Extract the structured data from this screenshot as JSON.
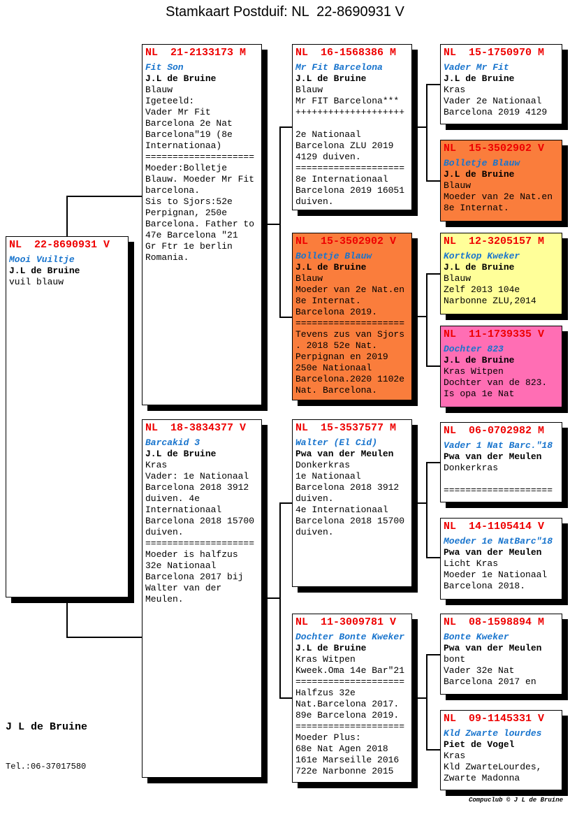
{
  "title": "Stamkaart Postduif: NL  22-8690931 V",
  "colors": {
    "ring_number": "#ee0000",
    "pigeon_name": "#1874cd",
    "box_orange": "#fa7d3c",
    "box_yellow": "#ffff99",
    "box_pink": "#ff6eb4",
    "box_white": "#ffffff",
    "line_and_border": "#000000"
  },
  "boxes": [
    {
      "id": "subject",
      "ring": "NL  22-8690931 V",
      "name": "Mooi Vuiltje",
      "owner": "J.L de Bruine",
      "lines": [
        "vuil blauw"
      ]
    },
    {
      "id": "sire",
      "ring": "NL  21-2133173 M",
      "name": "Fit Son",
      "owner": "J.L de Bruine",
      "lines": [
        "Blauw",
        "Igeteeld:",
        "Vader Mr Fit",
        "Barcelona 2e Nat",
        "Barcelona\"19 (8e",
        "Internationaa)",
        "====================",
        "Moeder:Bolletje",
        "Blauw. Moeder Mr Fit",
        "barcelona.",
        "Sis to Sjors:52e",
        "Perpignan, 250e",
        "Barcelona. Father to",
        "47e Barcelona \"21",
        "Gr Ftr 1e berlin",
        "Romania."
      ]
    },
    {
      "id": "dam",
      "ring": "NL  18-3834377 V",
      "name": "Barcakid 3",
      "owner": "J.L de Bruine",
      "lines": [
        "Kras",
        "Vader: 1e Nationaal",
        "Barcelona 2018 3912",
        "duiven. 4e",
        "Internationaal",
        "Barcelona 2018 15700",
        "duiven.",
        "====================",
        "Moeder is halfzus",
        "32e Nationaal",
        "Barcelona 2017 bij",
        "Walter van der",
        "Meulen."
      ]
    },
    {
      "id": "sire-sire",
      "ring": "NL  16-1568386 M",
      "name": "Mr Fit Barcelona",
      "owner": "J.L de Bruine",
      "lines": [
        "Blauw",
        "Mr FIT Barcelona***",
        "++++++++++++++++++++",
        "",
        "2e Nationaal",
        "Barcelona ZLU 2019",
        "4129 duiven.",
        "====================",
        "8e Internationaal",
        "Barcelona 2019 16051",
        "duiven."
      ]
    },
    {
      "id": "sire-dam",
      "ring": "NL  15-3502902 V",
      "name": "Bolletje Blauw",
      "owner": "J.L de Bruine",
      "lines": [
        "Blauw",
        "Moeder van 2e Nat.en",
        "8e Internat.",
        "Barcelona 2019.",
        "====================",
        "Tevens zus van Sjors",
        ". 2018 52e Nat.",
        "Perpignan en 2019",
        "250e Nationaal",
        "Barcelona.2020 1102e",
        "Nat. Barcelona."
      ]
    },
    {
      "id": "dam-sire",
      "ring": "NL  15-3537577 M",
      "name": "Walter (El Cid)",
      "owner": "Pwa van der Meulen",
      "lines": [
        "Donkerkras",
        "1e Nationaal",
        "Barcelona 2018 3912",
        "duiven.",
        "4e Internationaal",
        "Barcelona 2018 15700",
        "duiven."
      ]
    },
    {
      "id": "dam-dam",
      "ring": "NL  11-3009781 V",
      "name": "Dochter Bonte Kweker",
      "owner": "J.L de Bruine",
      "lines": [
        "Kras Witpen",
        "Kweek.Oma 14e Bar\"21",
        "====================",
        "Halfzus 32e",
        "Nat.Barcelona 2017.",
        "89e Barcelona 2019.",
        "====================",
        "Moeder Plus:",
        "68e Nat Agen 2018",
        "161e Marseille 2016",
        "722e Narbonne 2015"
      ]
    },
    {
      "id": "g4-1",
      "ring": "NL  15-1750970 M",
      "name": "Vader Mr Fit",
      "owner": "J.L de Bruine",
      "lines": [
        "Kras",
        "Vader 2e Nationaal",
        "Barcelona 2019 4129"
      ]
    },
    {
      "id": "g4-2",
      "ring": "NL  15-3502902 V",
      "name": "Bolletje Blauw",
      "owner": "J.L de Bruine",
      "lines": [
        "Blauw",
        "Moeder van 2e Nat.en",
        "8e Internat."
      ]
    },
    {
      "id": "g4-3",
      "ring": "NL  12-3205157 M",
      "name": "Kortkop Kweker",
      "owner": "J.L de Bruine",
      "lines": [
        "Blauw",
        "Zelf 2013 104e",
        "Narbonne ZLU,2014"
      ]
    },
    {
      "id": "g4-4",
      "ring": "NL  11-1739335 V",
      "name": "Dochter 823",
      "owner": "J.L de Bruine",
      "lines": [
        "Kras Witpen",
        "Dochter van de 823.",
        "Is opa 1e Nat"
      ]
    },
    {
      "id": "g4-5",
      "ring": "NL  06-0702982 M",
      "name": "Vader 1 Nat Barc.\"18",
      "owner": "Pwa van der Meulen",
      "lines": [
        "Donkerkras",
        "",
        "===================="
      ]
    },
    {
      "id": "g4-6",
      "ring": "NL  14-1105414 V",
      "name": "Moeder 1e NatBarc\"18",
      "owner": "Pwa van der Meulen",
      "lines": [
        "Licht Kras",
        "Moeder 1e Nationaal",
        "Barcelona 2018."
      ]
    },
    {
      "id": "g4-7",
      "ring": "NL  08-1598894 M",
      "name": "Bonte Kweker",
      "owner": "Pwa van der Meulen",
      "lines": [
        "bont",
        "Vader 32e Nat",
        "Barcelona 2017 en"
      ]
    },
    {
      "id": "g4-8",
      "ring": "NL  09-1145331 V",
      "name": "Kld Zwarte lourdes",
      "owner": "Piet de Vogel",
      "lines": [
        "Kras",
        "Kld ZwarteLourdes,",
        "Zwarte Madonna"
      ]
    }
  ],
  "footer": {
    "owner": "J L de Bruine",
    "phone": "Tel.:06-37017580",
    "credit": "Compuclub © J L de Bruine"
  }
}
